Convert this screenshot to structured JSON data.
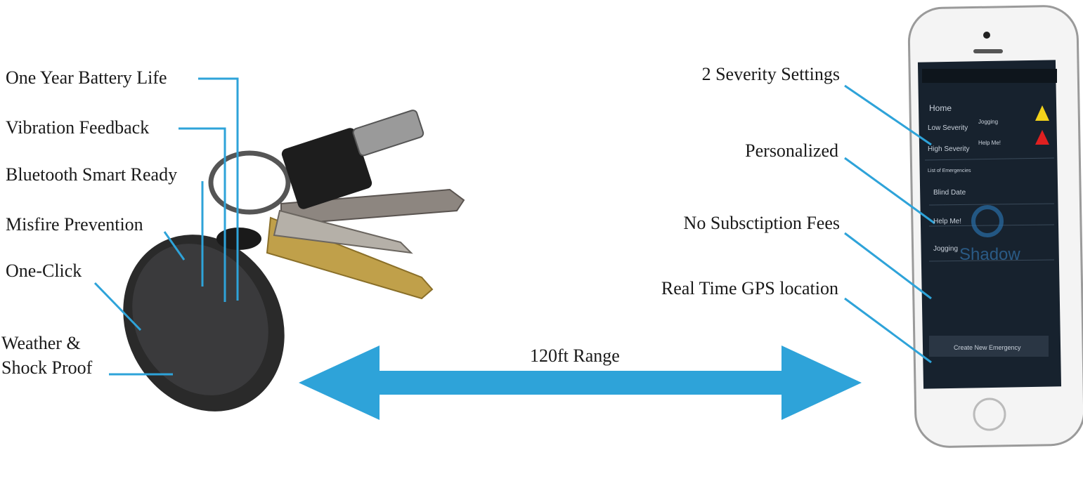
{
  "colors": {
    "accent": "#2ea3d9",
    "screen": "#17222e"
  },
  "left_features": [
    "One Year Battery Life",
    "Vibration Feedback",
    "Bluetooth Smart Ready",
    "Misfire Prevention",
    "One-Click",
    "Weather  &",
    "Shock Proof"
  ],
  "right_features": [
    "2 Severity Settings",
    "Personalized",
    "No Subsctiption Fees",
    "Real Time GPS location"
  ],
  "range_label": "120ft Range",
  "phone_screen": {
    "title": "Home",
    "low_severity": "Low Severity",
    "low_value": "Jogging",
    "high_severity": "High Severity",
    "high_value": "Help Me!",
    "list_heading": "List of Emergencies",
    "items": [
      "Blind Date",
      "Help Me!",
      "Jogging"
    ],
    "brand": "Shadow",
    "button": "Create New Emergency"
  }
}
